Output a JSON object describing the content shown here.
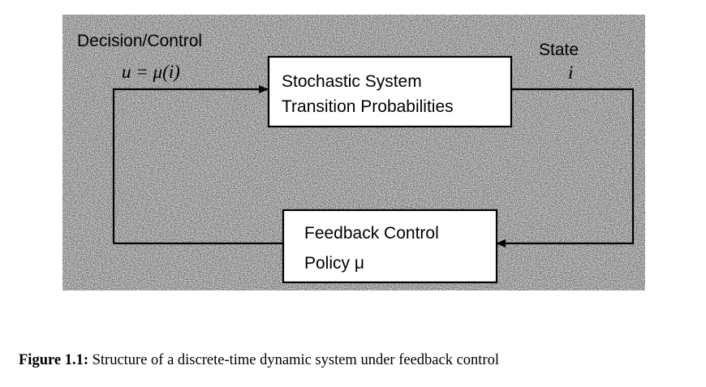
{
  "diagram": {
    "label_decision": "Decision/Control",
    "label_u": "u = μ(i)",
    "label_state": "State",
    "label_i": "i",
    "system_box": {
      "line1": "Stochastic System",
      "line2": "Transition Probabilities"
    },
    "policy_box": {
      "line1": "Feedback Control",
      "line2": "Policy μ"
    }
  },
  "caption": {
    "label": "Figure 1.1:",
    "text": "Structure of a discrete-time dynamic system under feedback control"
  },
  "colors": {
    "background_texture": "#c8c8c8",
    "box_fill": "#ffffff",
    "line": "#000000"
  }
}
